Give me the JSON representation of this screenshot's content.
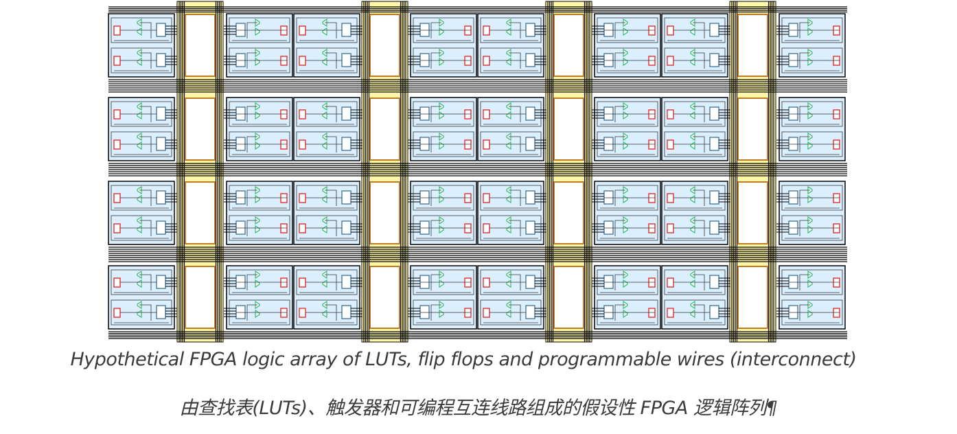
{
  "figure": {
    "rows": 4,
    "column_pattern": [
      "clb",
      "switch",
      "clb",
      "clb",
      "switch",
      "clb",
      "clb",
      "switch",
      "clb",
      "clb",
      "switch",
      "clb"
    ],
    "colors": {
      "clb_fill": "#dcefff",
      "clb_border": "#000000",
      "lut_border": "#3f6f91",
      "ff_border": "#e02020",
      "mux": "#2ebd70",
      "switch_fill": "#fff7a8",
      "switch_border": "#c07a20",
      "wire": "#000000"
    }
  },
  "caption": {
    "english": "Hypothetical FPGA logic array of LUTs, flip flops and programmable wires (interconnect)",
    "chinese": "由查找表(LUTs)、触发器和可编程互连线路组成的假设性 FPGA 逻辑阵列¶"
  }
}
